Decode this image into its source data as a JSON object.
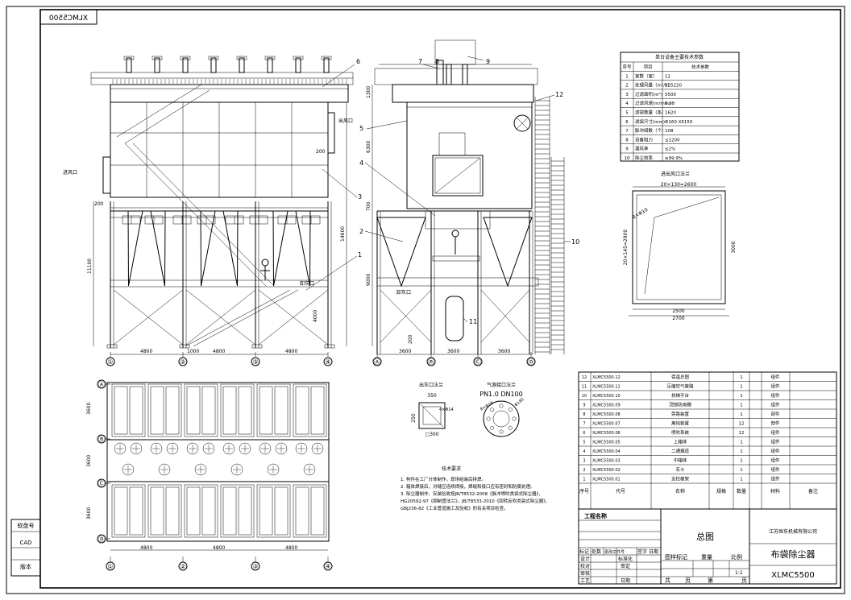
{
  "drawing_number_mirrored": "XLMC5500",
  "front_view": {
    "callouts": [
      "1",
      "2",
      "3",
      "4",
      "6"
    ],
    "dim_height_total": "14600",
    "dim_height_lower": "11100",
    "dim_200": "200",
    "dim_1000": "1000",
    "dim_4000": "4000",
    "dim_span": "4800",
    "inlet_label": "进风口",
    "outlet_label": "出风口",
    "ash_label": "卸灰口",
    "axes": [
      "①",
      "②",
      "③",
      "④"
    ]
  },
  "side_view": {
    "callouts": [
      "5",
      "7",
      "8",
      "9",
      "12",
      "10",
      "11"
    ],
    "dim_1300": "1300",
    "dim_6300": "6300",
    "dim_700": "700",
    "dim_9000": "9000",
    "dim_200": "200",
    "dim_span": "3600",
    "ash_label": "卸灰口",
    "axes": [
      "Ⓐ",
      "Ⓑ",
      "Ⓒ",
      "Ⓓ"
    ]
  },
  "plan_view": {
    "rows": [
      "Ⓐ",
      "Ⓑ",
      "Ⓒ",
      "Ⓓ"
    ],
    "cols": [
      "①",
      "②",
      "③",
      "④"
    ],
    "dim_row_1": "3600",
    "dim_row_2": "3600",
    "dim_row_3": "3600",
    "dim_span": "4800"
  },
  "tech_params": {
    "title": "单台设备主要技术参数",
    "headers": [
      "序号",
      "项目",
      "技术参数"
    ],
    "rows": [
      [
        "1",
        "室数（室）",
        "12"
      ],
      [
        "2",
        "处理风量（m³/h）",
        "325220"
      ],
      [
        "3",
        "过滤面积(m²)",
        "5500"
      ],
      [
        "4",
        "过滤风速(m/min)",
        "0.98"
      ],
      [
        "5",
        "滤袋数量（条）",
        "1620"
      ],
      [
        "6",
        "滤袋尺寸(mm)",
        "Φ160 X6150"
      ],
      [
        "7",
        "脉冲阀数（个）",
        "108"
      ],
      [
        "8",
        "设备阻力",
        "≤1200"
      ],
      [
        "9",
        "漏风率",
        "≤2%"
      ],
      [
        "10",
        "除尘效率",
        "≥99.9%"
      ]
    ]
  },
  "inlet_outlet_detail": {
    "title": "进出风口法兰",
    "dim_top": "20×130=2600",
    "dim_side": "20×145=2900",
    "dim_hole": "8×Φ10",
    "dim_height": "3000",
    "dim_width1": "2500",
    "dim_width2": "2700"
  },
  "ash_flange": {
    "title": "出灰口法兰",
    "dim_350": "350",
    "dim_250": "250",
    "dim_300": "□300",
    "hole": "4×Φ14"
  },
  "air_flange": {
    "title": "气源接口法兰",
    "spec": "PN1.0 DN100",
    "hole": "8×Φ18",
    "dim": "Φ180"
  },
  "tech_requirements": {
    "title": "技术要求",
    "lines": [
      "1. 构件在工厂分体制作，现场组装后拼焊。",
      "2. 箱体焊接后，对缝应连续焊接，焊缝和接口应有密封和防腐处理。",
      "3. 除尘器制作、安装验收按JB/T8532-2008《脉冲喷吹类袋式除尘器》、",
      "   HG20592-97《钢制管法兰》，JB/T8533-2010《回转反吹类袋式除尘器》、",
      "   GBJ236-82《工业管道施工及验收》的有关项目检查。"
    ]
  },
  "bom": {
    "rows": [
      [
        "12",
        "XLMC5500.12",
        "保温总图",
        "",
        "1",
        "",
        "组件",
        ""
      ],
      [
        "11",
        "XLMC5500.11",
        "压缩空气管路",
        "",
        "1",
        "",
        "组件",
        ""
      ],
      [
        "10",
        "XLMC5500.10",
        "扶梯平台",
        "",
        "1",
        "",
        "组件",
        ""
      ],
      [
        "9",
        "XLMC5500.09",
        "顶部防雨棚",
        "",
        "1",
        "",
        "组件",
        ""
      ],
      [
        "8",
        "XLMC5500.08",
        "旁路装置",
        "",
        "1",
        "",
        "部件",
        ""
      ],
      [
        "7",
        "XLMC5500.07",
        "离线装置",
        "",
        "12",
        "",
        "部件",
        ""
      ],
      [
        "6",
        "XLMC5500.06",
        "喷吹系统",
        "",
        "12",
        "",
        "组件",
        ""
      ],
      [
        "5",
        "XLMC5500.05",
        "上箱体",
        "",
        "1",
        "",
        "组件",
        ""
      ],
      [
        "4",
        "XLMC5500.04",
        "二通烟道",
        "",
        "1",
        "",
        "组件",
        ""
      ],
      [
        "3",
        "XLMC5500.03",
        "中箱体",
        "",
        "1",
        "",
        "组件",
        ""
      ],
      [
        "2",
        "XLMC5500.02",
        "灰斗",
        "",
        "1",
        "",
        "组件",
        ""
      ],
      [
        "1",
        "XLMC5500.01",
        "支柱框架",
        "",
        "1",
        "",
        "组件",
        ""
      ]
    ],
    "header": [
      "序号",
      "代号",
      "名称",
      "规格",
      "数量",
      "",
      "材料",
      "备注"
    ]
  },
  "title_block": {
    "project_label": "工程名称",
    "drawing_name": "总图",
    "company": "江苏恒东机械有限公司",
    "product": "布袋除尘器",
    "model": "XLMC5500",
    "rev_headers": [
      "标记",
      "处数",
      "更改文件号",
      "签字",
      "日期"
    ],
    "roles": [
      "设计",
      "校对",
      "审核",
      "工艺"
    ],
    "roles2": [
      "标准化",
      "审定",
      "日期"
    ],
    "mark_label": "图样标记",
    "weight_label": "重量",
    "scale_label": "比例",
    "scale": "1:1",
    "sheet_total": "共",
    "sheet_label": "页",
    "sheet_no": "第",
    "sheet_end": "页"
  },
  "left_margin": {
    "items": [
      "软盘号",
      "CAD",
      "版本"
    ]
  }
}
